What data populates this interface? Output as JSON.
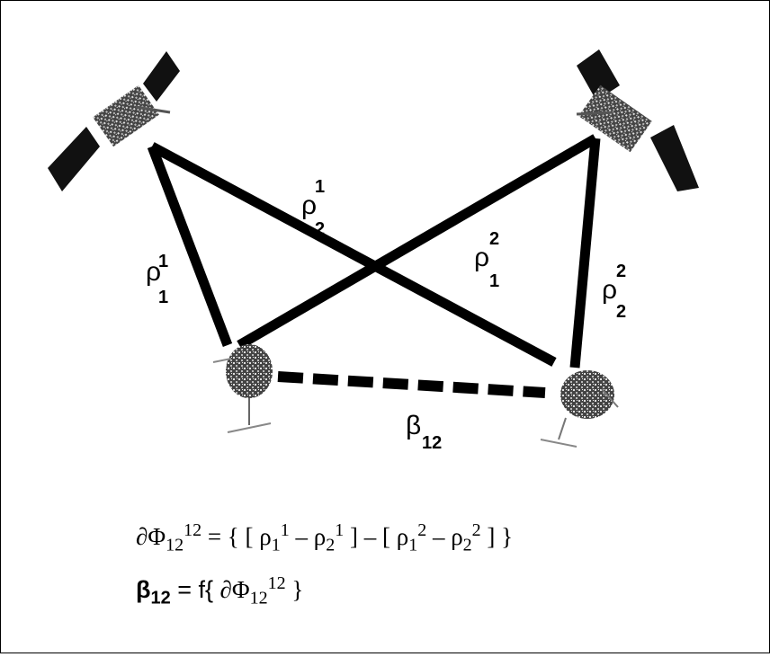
{
  "diagram": {
    "satellite_left": "satellite",
    "satellite_right": "satellite",
    "receiver_left": "receiver",
    "receiver_right": "receiver",
    "labels": {
      "rho_1_1": {
        "base": "ρ",
        "sup": "1",
        "sub": "1"
      },
      "rho_2_1": {
        "base": "ρ",
        "sup": "1",
        "sub": "2"
      },
      "rho_1_2": {
        "base": "ρ",
        "sup": "2",
        "sub": "1"
      },
      "rho_2_2": {
        "base": "ρ",
        "sup": "2",
        "sub": "2"
      },
      "baseline": {
        "base": "β",
        "sub": "12"
      }
    }
  },
  "equations": {
    "eq1": {
      "partial": "∂Φ",
      "sub": "12",
      "sup": "12",
      "rhs": [
        {
          "t": " = { [ ρ"
        },
        {
          "sub": "1"
        },
        {
          "sup": "1"
        },
        {
          "t": " – ρ"
        },
        {
          "sub": "2"
        },
        {
          "sup": "1"
        },
        {
          "t": " ] – [ ρ"
        },
        {
          "sub": "1"
        },
        {
          "sup": "2"
        },
        {
          "t": " – ρ"
        },
        {
          "sub": "2"
        },
        {
          "sup": "2"
        },
        {
          "t": " ] }"
        }
      ]
    },
    "eq2": {
      "beta": "β",
      "beta_sub": "12",
      "mid": " = f{ ",
      "partial": "∂Φ",
      "sub": "12",
      "sup": "12",
      "end": " }"
    }
  }
}
